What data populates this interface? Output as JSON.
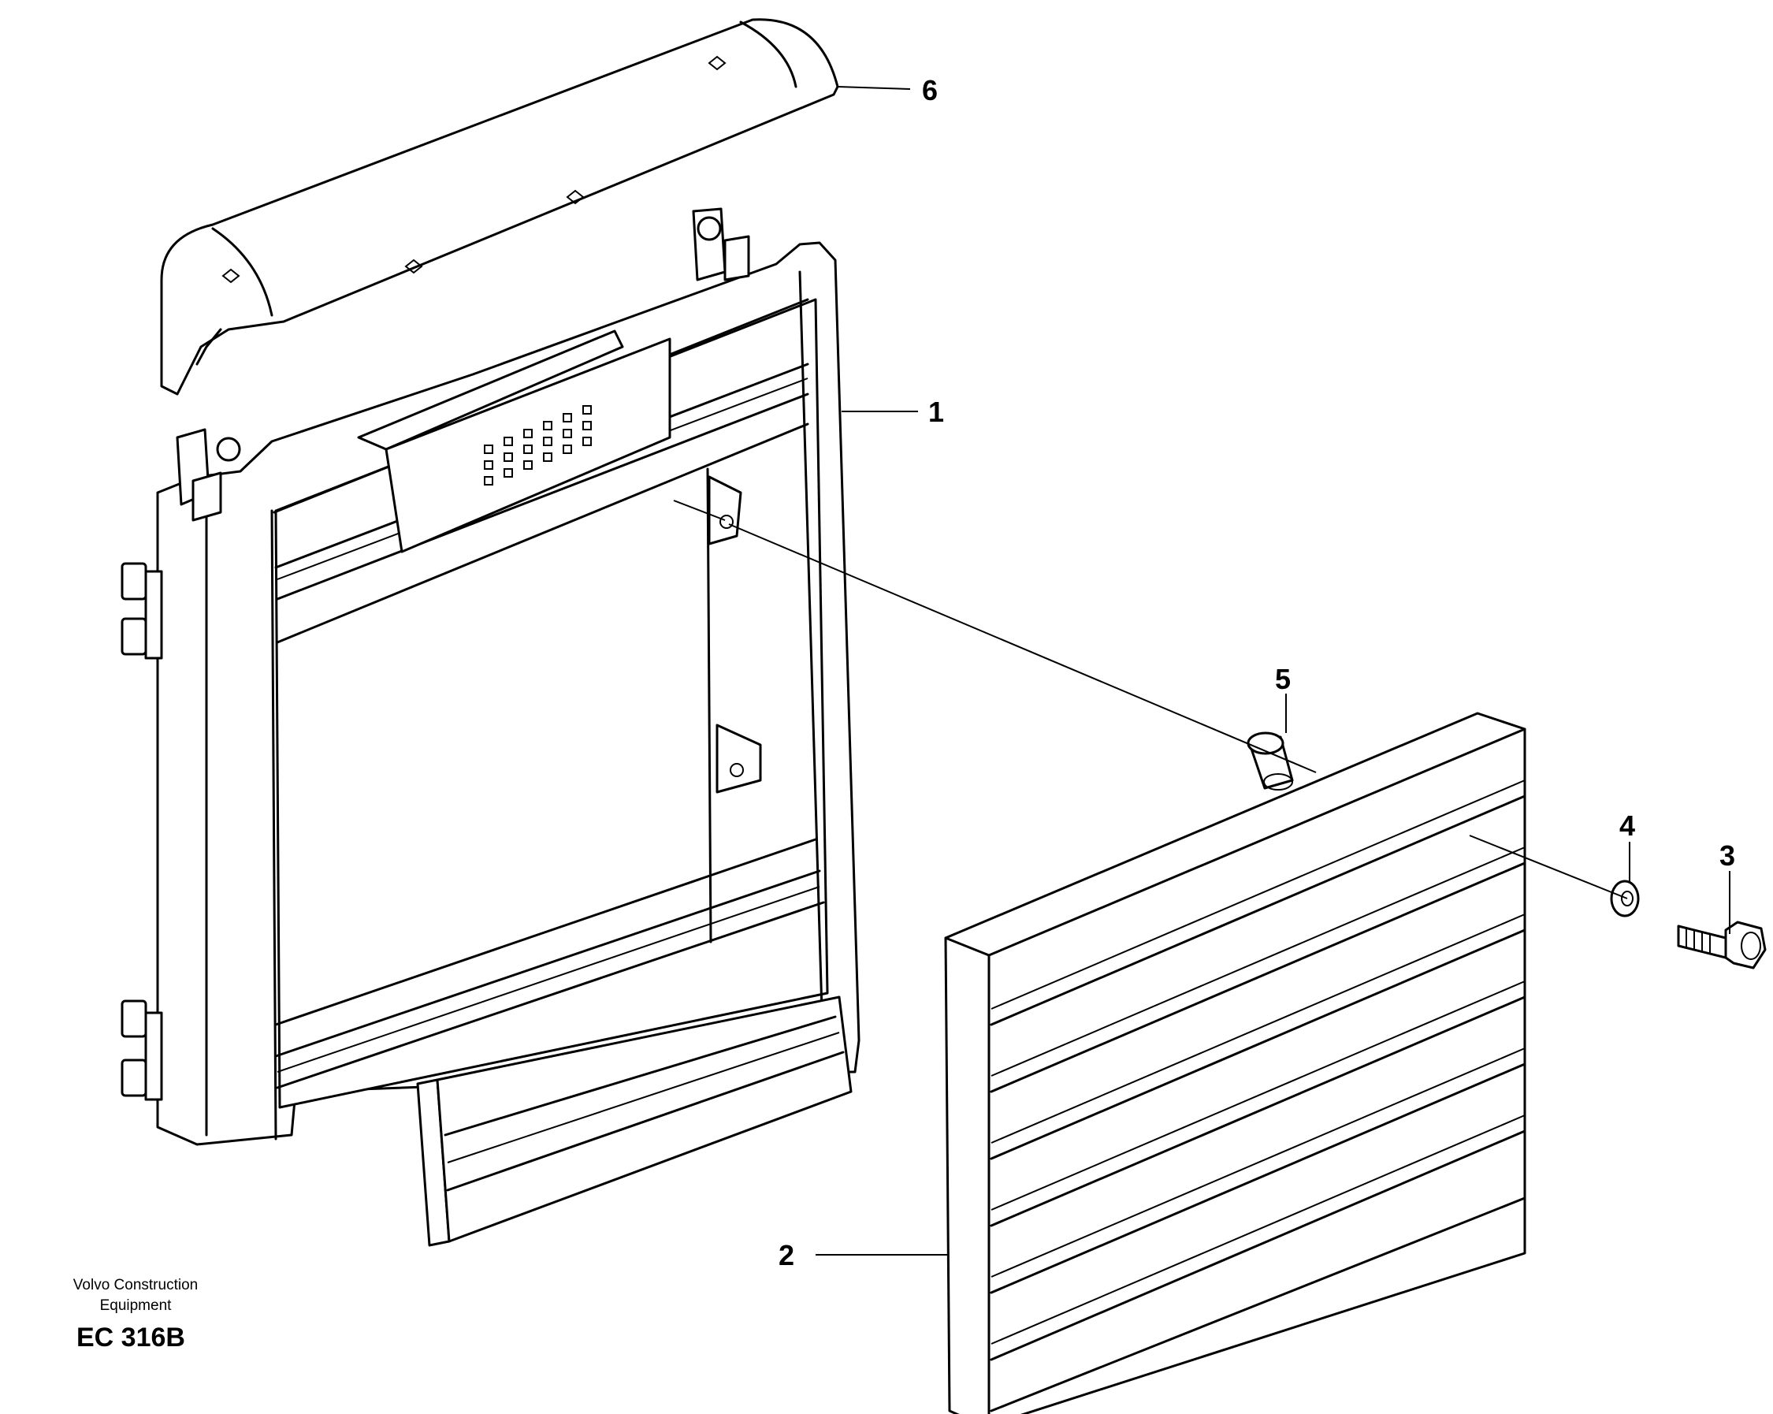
{
  "callouts": {
    "c1": "1",
    "c2": "2",
    "c3": "3",
    "c4": "4",
    "c5": "5",
    "c6": "6"
  },
  "footer": {
    "brand_line1": "Volvo Construction",
    "brand_line2": "Equipment",
    "code": "EC 316B"
  }
}
